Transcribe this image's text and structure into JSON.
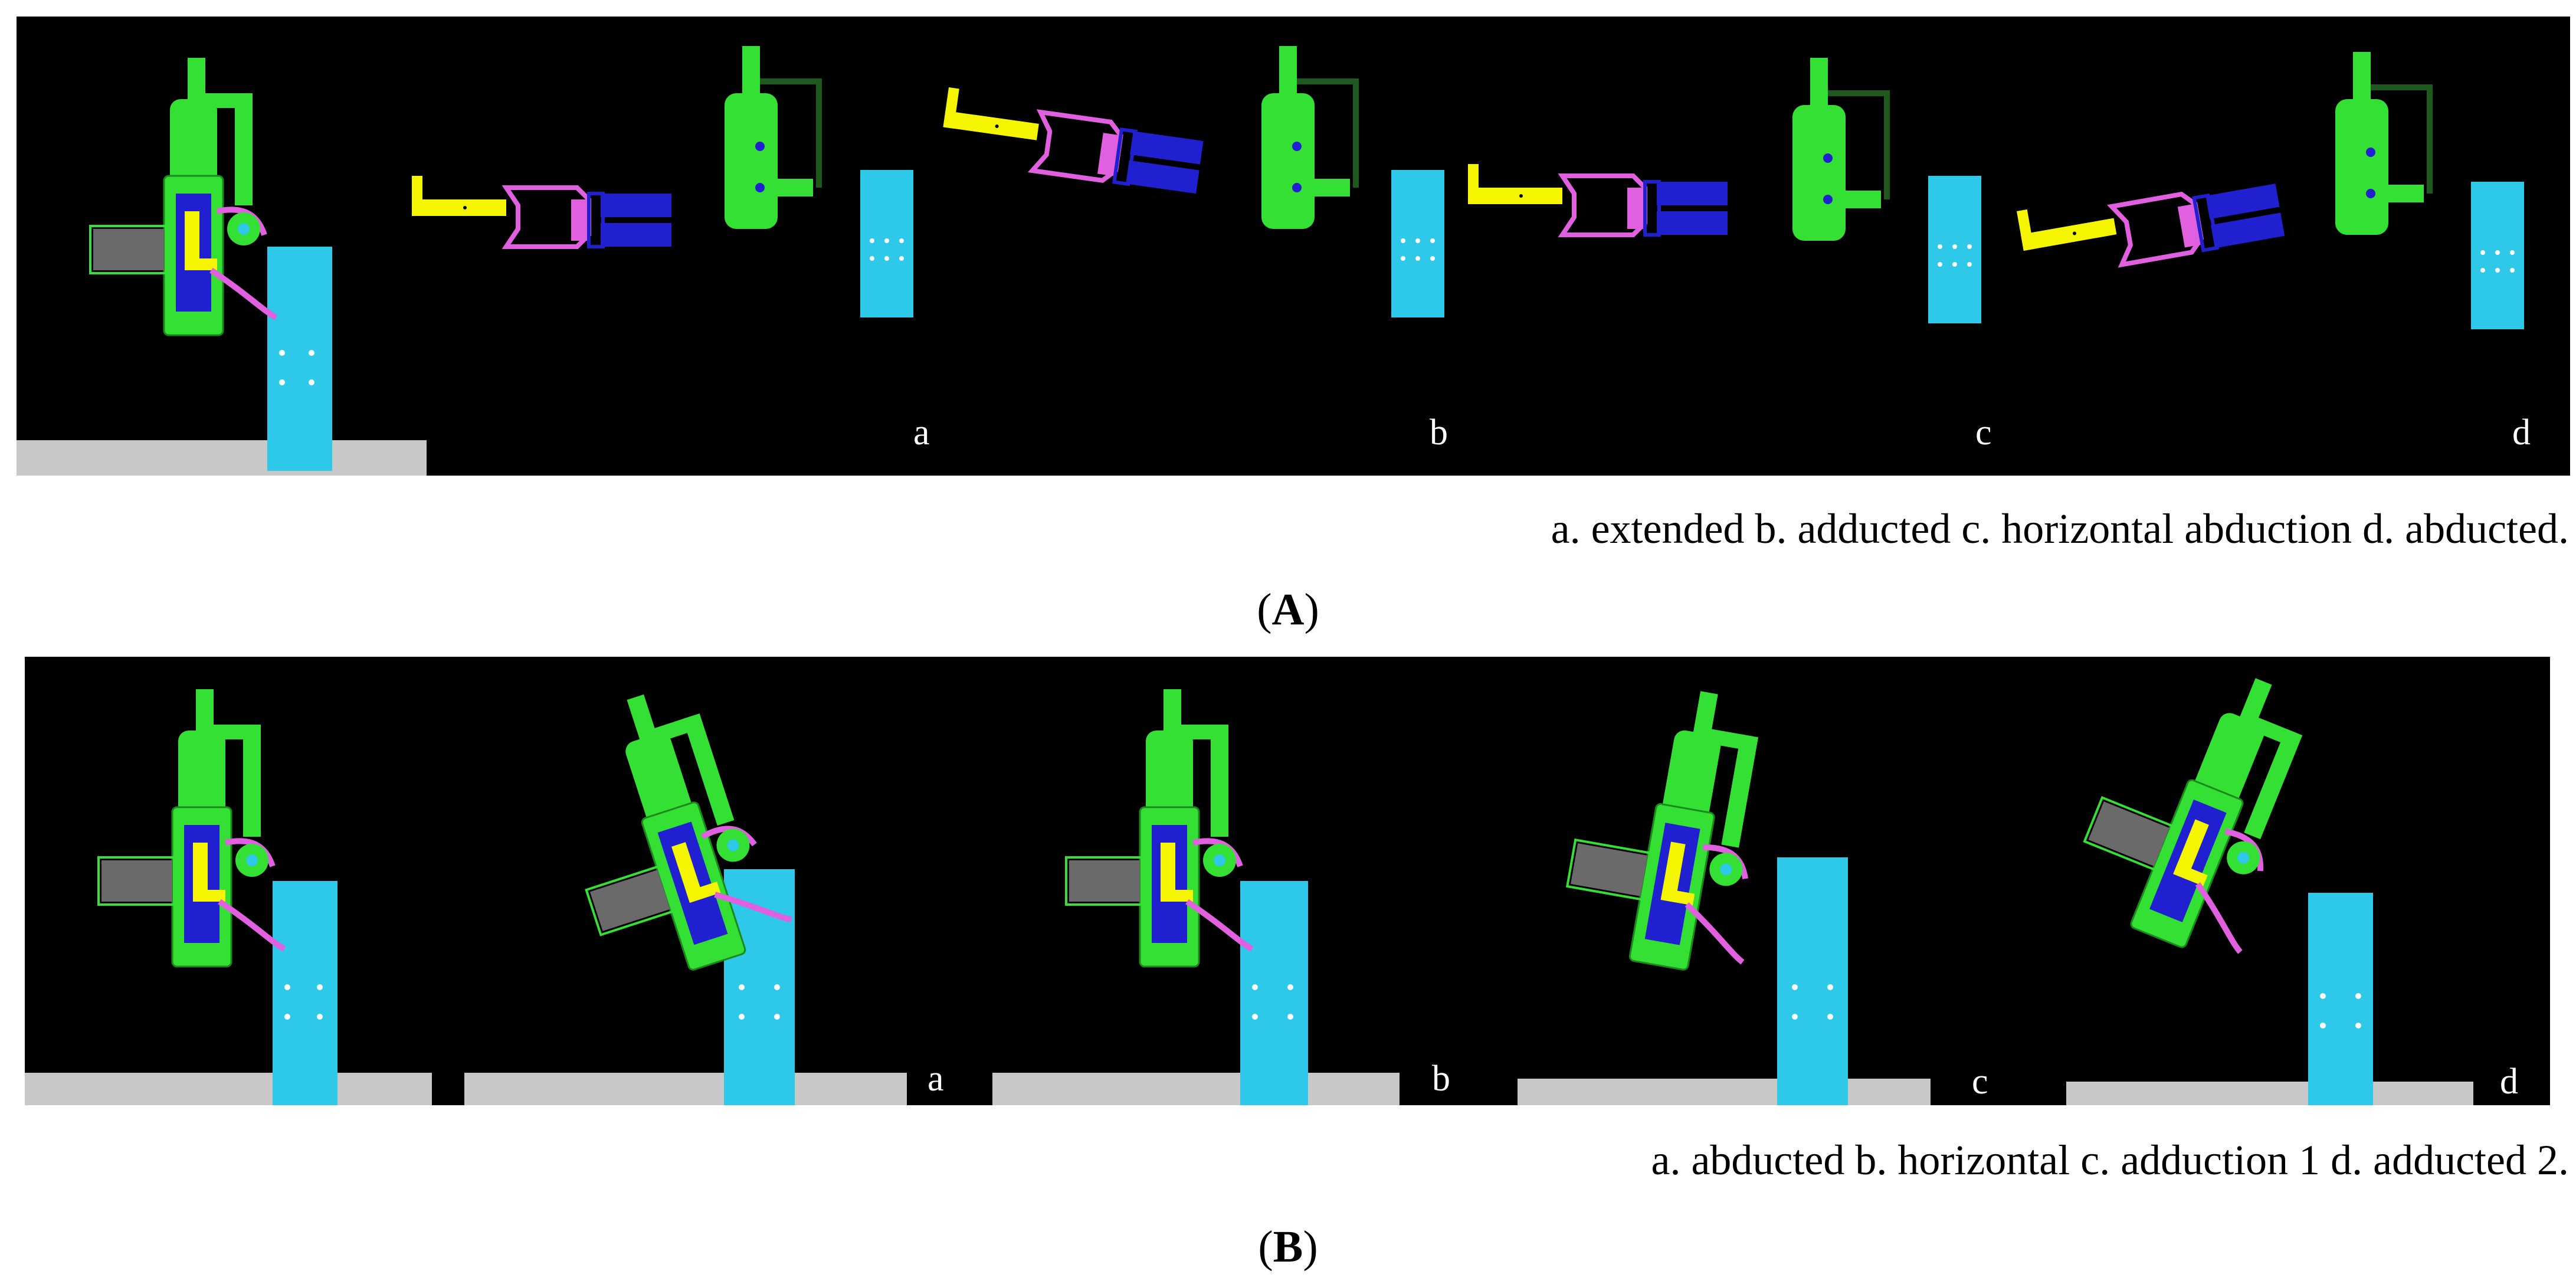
{
  "panel_a": {
    "caption": "a. extended b. adducted c. horizontal abduction d. abducted.",
    "label": "A",
    "sub_labels": [
      "a",
      "b",
      "c",
      "d"
    ]
  },
  "panel_b": {
    "caption": "a. abducted b. horizontal c. adduction 1 d. adducted 2.",
    "label": "B",
    "sub_labels": [
      "a",
      "b",
      "c",
      "d"
    ]
  },
  "colors": {
    "background": "#000000",
    "frame": "#33e033",
    "link": "#e060e0",
    "motor": "#2020d0",
    "hand": "#f5f500",
    "base": "#2ec8e8",
    "floor": "#c8c8c8",
    "cylinder": "#6a6a6a"
  },
  "icons": [
    "robot-side-view-icon",
    "robot-top-view-arm-icon"
  ]
}
